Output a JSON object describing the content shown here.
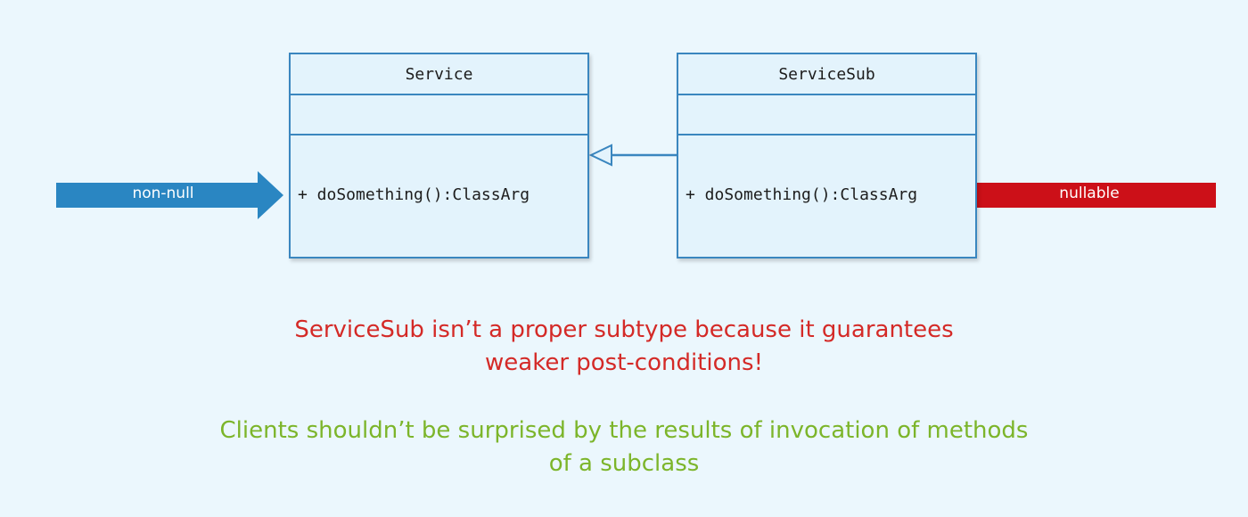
{
  "diagram": {
    "classes": [
      {
        "name": "Service",
        "method": "+ doSomething():ClassArg"
      },
      {
        "name": "ServiceSub",
        "method": "+ doSomething():ClassArg"
      }
    ],
    "arrows": {
      "left_label": "non-null",
      "right_label": "nullable",
      "left_color": "#2a86c2",
      "right_color": "#cc1018"
    },
    "relationship": "ServiceSub inherits from Service"
  },
  "captions": {
    "warning_line1": "ServiceSub isn’t a proper subtype because it guarantees",
    "warning_line2": "weaker post-conditions!",
    "principle_line1": "Clients shouldn’t be surprised by the results of invocation of methods",
    "principle_line2": "of a subclass",
    "warning_color": "#d42a27",
    "principle_color": "#7cb52a"
  }
}
